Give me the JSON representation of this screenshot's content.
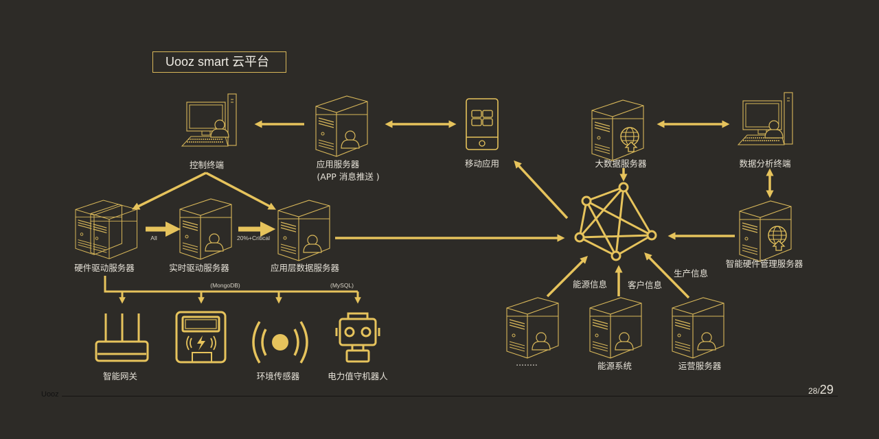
{
  "title": "Uooz smart 云平台",
  "colors": {
    "background": "#2d2b27",
    "accent": "#e6c35c",
    "text": "#e6e2d8"
  },
  "nodes": {
    "control_terminal": {
      "label": "控制终端",
      "icon": "desktop-user-icon"
    },
    "app_server": {
      "label": "应用服务器",
      "sublabel": "(APP 消息推送 )",
      "icon": "server-user-icon"
    },
    "mobile_app": {
      "label": "移动应用",
      "icon": "mobile-app-icon"
    },
    "big_data_server": {
      "label": "大数据服务器",
      "icon": "server-globe-icon"
    },
    "data_analysis_terminal": {
      "label": "数据分析终端",
      "icon": "desktop-user-icon"
    },
    "hardware_driver_server": {
      "label": "硬件驱动服务器",
      "icon": "dual-server-icon"
    },
    "realtime_driver_server": {
      "label": "实时驱动服务器",
      "icon": "server-user-icon"
    },
    "app_layer_data_server": {
      "label": "应用层数据服务器",
      "icon": "server-user-icon"
    },
    "smart_hw_mgmt_server": {
      "label": "智能硬件管理服务器",
      "icon": "server-globe-icon"
    },
    "cloud_network": {
      "label": "",
      "icon": "network-mesh-icon"
    },
    "other_systems": {
      "label": "........",
      "icon": "server-user-icon"
    },
    "energy_system": {
      "label": "能源系统",
      "icon": "server-user-icon"
    },
    "operations_server": {
      "label": "运营服务器",
      "icon": "server-user-icon"
    },
    "smart_gateway": {
      "label": "智能网关",
      "icon": "router-icon"
    },
    "smart_meter": {
      "label": "",
      "icon": "smart-meter-icon"
    },
    "env_sensor": {
      "label": "环境传感器",
      "icon": "sensor-icon"
    },
    "power_robot": {
      "label": "电力值守机器人",
      "icon": "robot-icon"
    }
  },
  "edge_labels": {
    "all": "All",
    "critical": "20%+Critical",
    "mongodb": "(MongoDB)",
    "mysql": "(MySQL)",
    "energy_info": "能源信息",
    "customer_info": "客户信息",
    "production_info": "生产信息"
  },
  "footer": {
    "brand": "Uooz",
    "page_current": "28",
    "page_separator": "/",
    "page_total": "29"
  }
}
